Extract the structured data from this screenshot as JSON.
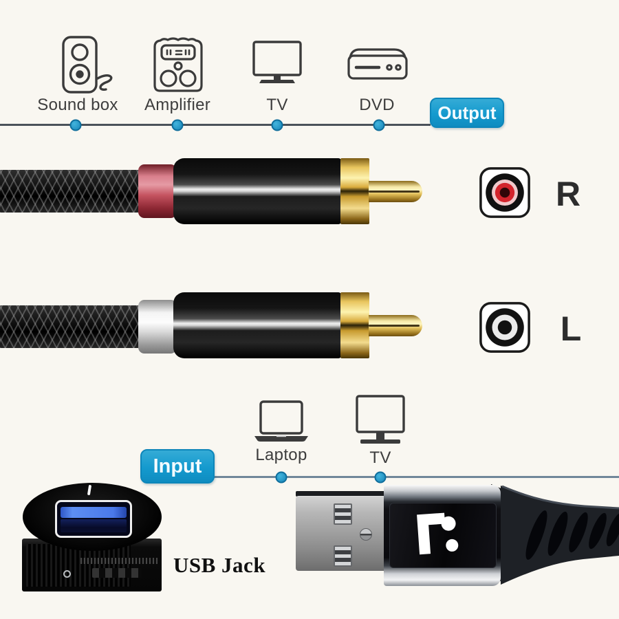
{
  "output_section": {
    "badge": "Output",
    "devices": [
      {
        "label": "Sound box",
        "icon": "sound-box-icon"
      },
      {
        "label": "Amplifier",
        "icon": "amplifier-icon"
      },
      {
        "label": "TV",
        "icon": "tv-icon"
      },
      {
        "label": "DVD",
        "icon": "dvd-player-icon"
      }
    ]
  },
  "channels": [
    {
      "label": "R",
      "collar": "red",
      "jack_ring_color": "#d3242c"
    },
    {
      "label": "L",
      "collar": "white",
      "jack_ring_color": "#ebebeb"
    }
  ],
  "input_section": {
    "badge": "Input",
    "devices": [
      {
        "label": "Laptop",
        "icon": "laptop-icon"
      },
      {
        "label": "TV",
        "icon": "tv-icon"
      }
    ]
  },
  "usb_section": {
    "caption": "USB Jack"
  },
  "colors": {
    "accent_cyan": "#149ace",
    "line_dark": "#4a525a",
    "line_light": "#70879a",
    "background": "#f9f7f1",
    "rca_red_collar": "#c4525f",
    "gold": "#e3c05a",
    "usb_port_blue": "#4a79ea"
  }
}
